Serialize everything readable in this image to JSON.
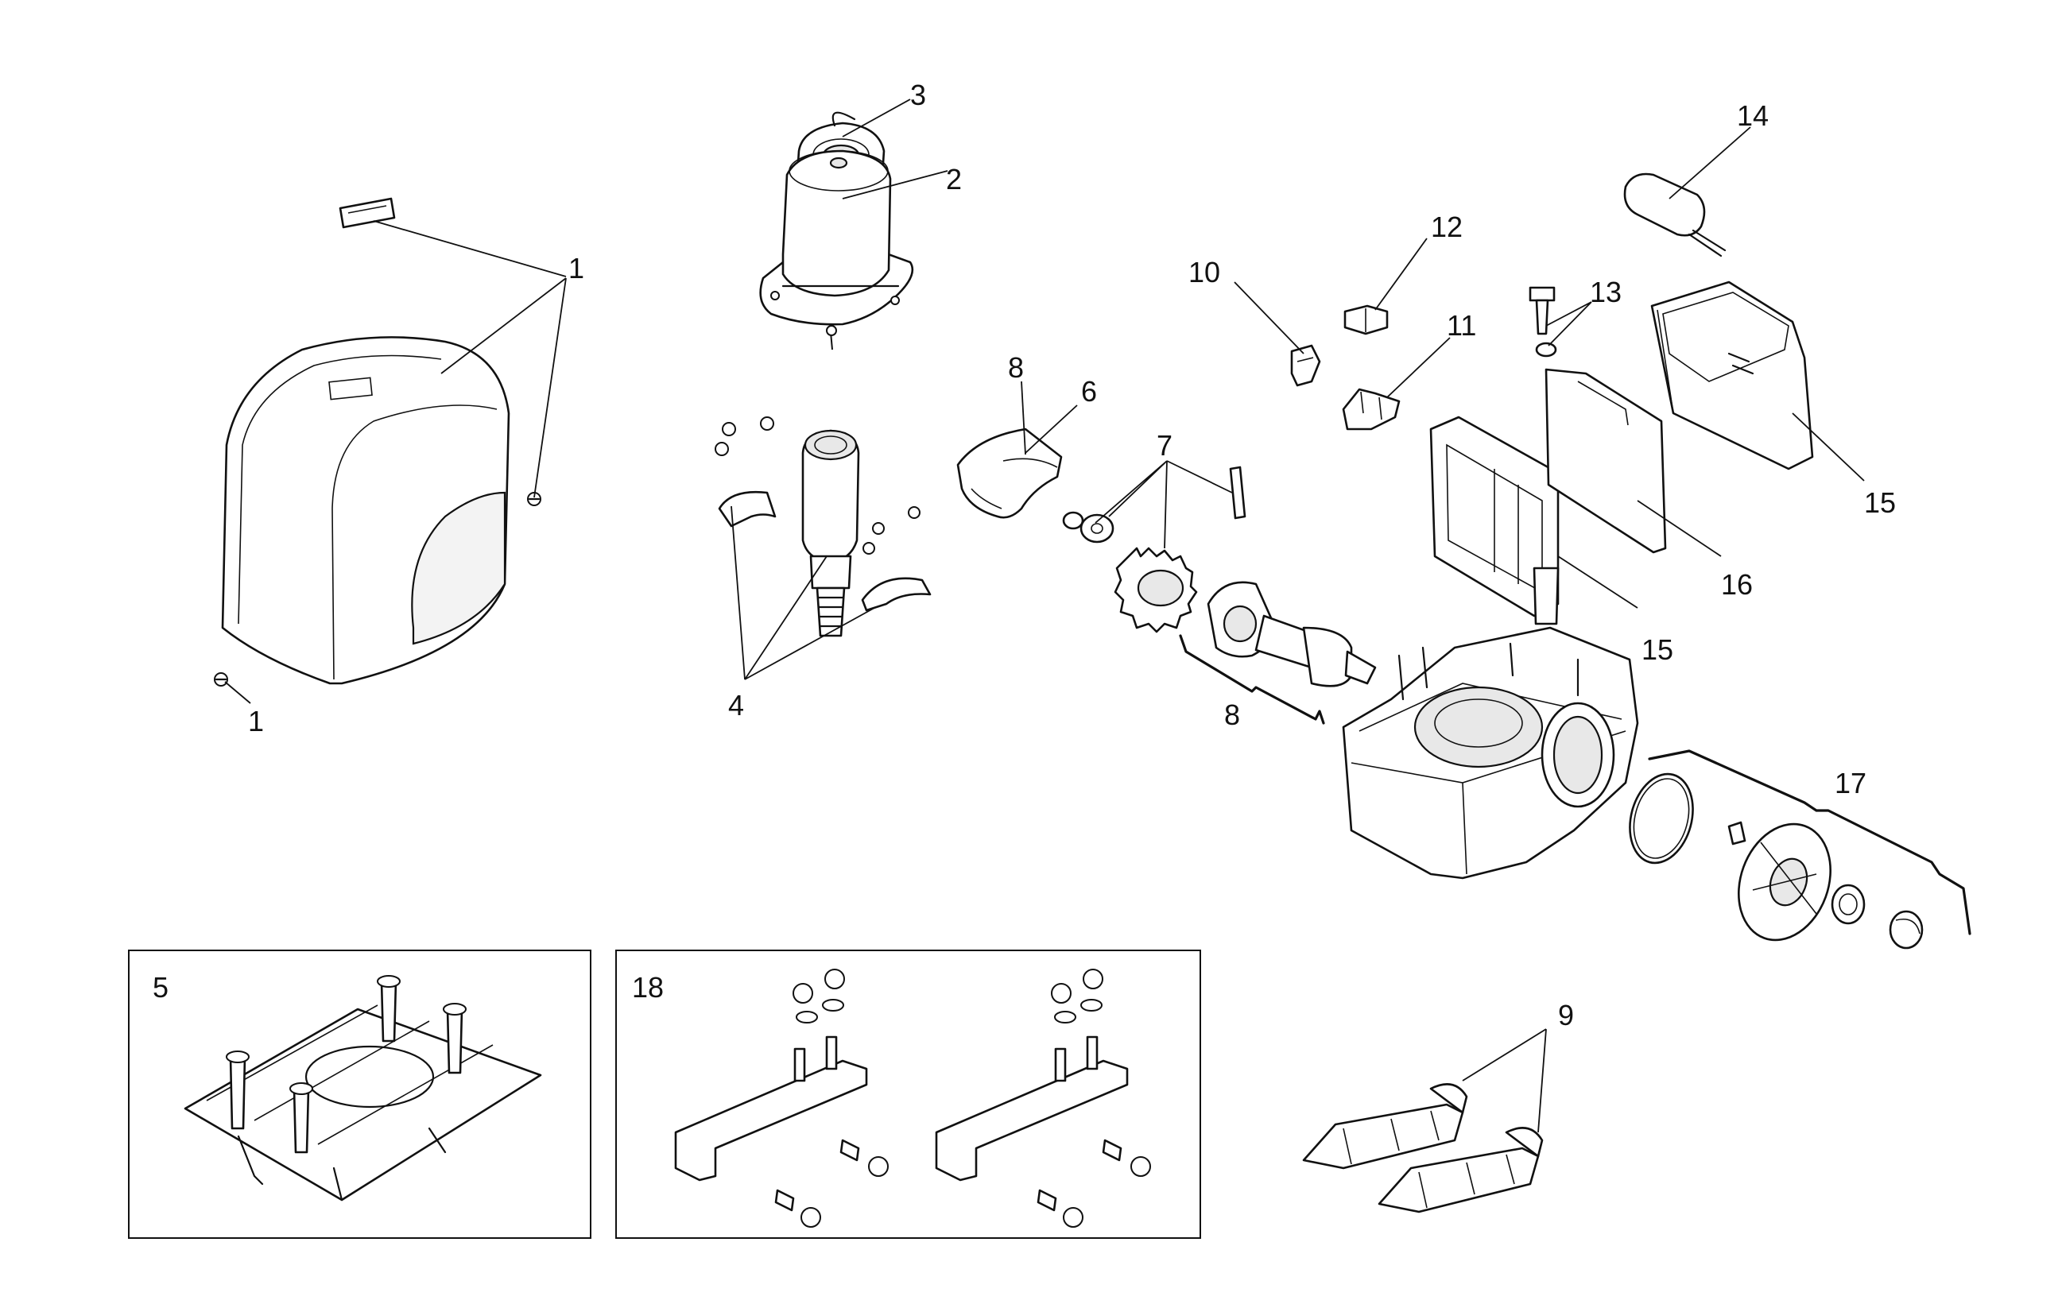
{
  "callouts": {
    "c1a": "1",
    "c1b": "1",
    "c2": "2",
    "c3": "3",
    "c4": "4",
    "c5": "5",
    "c6": "6",
    "c7": "7",
    "c8a": "8",
    "c8b": "8",
    "c9": "9",
    "c10": "10",
    "c11": "11",
    "c12": "12",
    "c13": "13",
    "c14": "14",
    "c15a": "15",
    "c15b": "15",
    "c16": "16",
    "c17": "17",
    "c18": "18"
  }
}
